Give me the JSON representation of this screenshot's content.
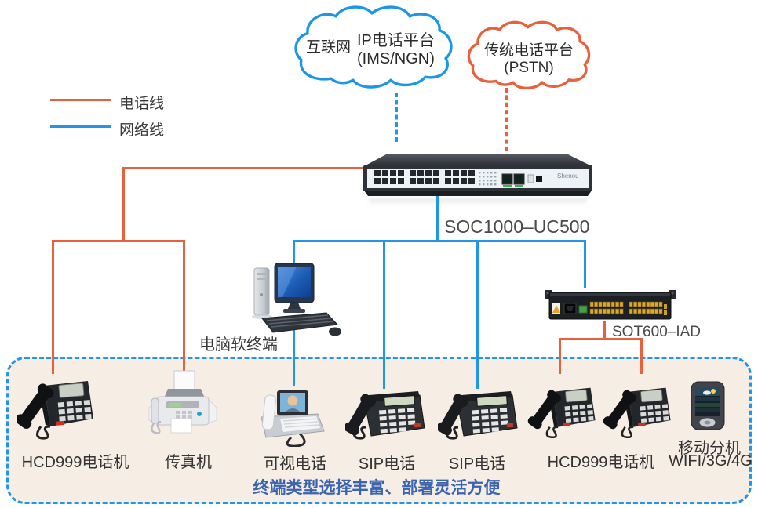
{
  "legend": {
    "items": [
      {
        "label": "电话线",
        "color": "#E8613C"
      },
      {
        "label": "网络线",
        "color": "#2196E8"
      }
    ]
  },
  "clouds": {
    "internet": {
      "left_label": "互联网",
      "title": "IP电话平台",
      "subtitle": "(IMS/NGN)"
    },
    "pstn": {
      "title": "传统电话平台",
      "subtitle": "(PSTN)"
    }
  },
  "core": {
    "switch_model": "SOC1000–UC500",
    "switch_brand": "Shenou",
    "iad_model": "SOT600–IAD",
    "pc_label": "电脑软终端"
  },
  "terminal_zone": {
    "caption": "终端类型选择丰富、部署灵活方便",
    "terminals": [
      {
        "label": "HCD999电话机"
      },
      {
        "label": "传真机"
      },
      {
        "label": "可视电话"
      },
      {
        "label": "SIP电话"
      },
      {
        "label": "SIP电话"
      },
      {
        "label": "HCD999电话机"
      },
      {
        "label": "移动分机",
        "label2": "WIFI/3G/4G"
      }
    ]
  },
  "colors": {
    "phone_line": "#E8613C",
    "network_line": "#2196E8",
    "zone_border": "#2196E8",
    "zone_fill": "#F6EEE5",
    "caption_text": "#3B64B0"
  }
}
